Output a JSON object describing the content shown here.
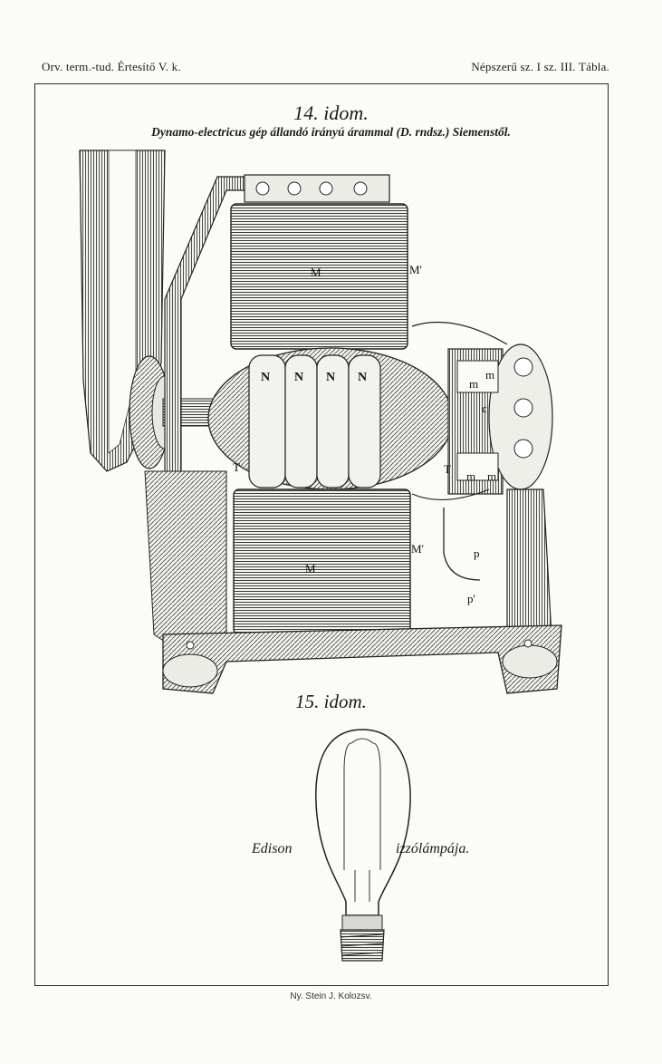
{
  "header": {
    "left": "Orv. term.-tud. Értesítő V. k.",
    "right": "Népszerű sz. I sz. III. Tábla."
  },
  "figure14": {
    "title": "14. idom.",
    "caption": "Dynamo-electricus gép állandó irányú árammal (D. rndsz.) Siemenstől.",
    "labels": {
      "m_upper_coil": "M",
      "m_upper_right": "M'",
      "m_lower_coil": "M",
      "m_lower_right": "M'",
      "n": "N",
      "t_left": "T",
      "t_right": "T",
      "m_small": "m",
      "c": "c",
      "p1": "p",
      "p2": "p'"
    }
  },
  "figure15": {
    "title": "15. idom.",
    "label_left": "Edison",
    "label_right": "izzólámpája."
  },
  "footer": "Ny. Stein J. Kolozsv."
}
